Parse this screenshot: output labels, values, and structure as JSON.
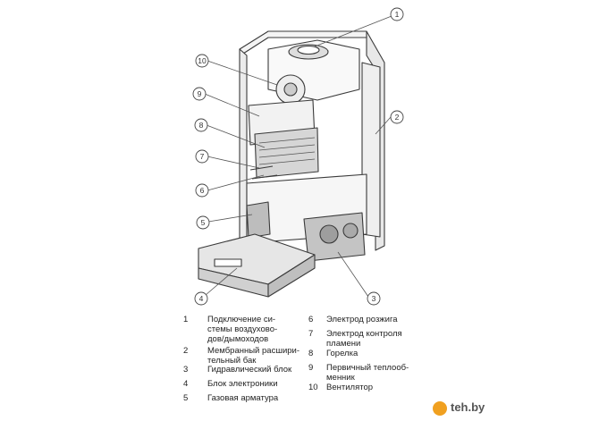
{
  "callouts": [
    "1",
    "2",
    "3",
    "4",
    "5",
    "6",
    "7",
    "8",
    "9",
    "10"
  ],
  "legend_left": [
    {
      "num": "1",
      "text": "Подключение си-\nстемы воздухово-\nдов/дымоходов"
    },
    {
      "num": "2",
      "text": "Мембранный расшири-\nтельный бак"
    },
    {
      "num": "3",
      "text": "Гидравлический блок"
    },
    {
      "num": "4",
      "text": "Блок электроники"
    },
    {
      "num": "5",
      "text": "Газовая арматура"
    }
  ],
  "legend_right": [
    {
      "num": "6",
      "text": "Электрод розжига"
    },
    {
      "num": "7",
      "text": "Электрод контроля\nпламени"
    },
    {
      "num": "8",
      "text": "Горелка"
    },
    {
      "num": "9",
      "text": "Первичный теплооб-\nменник"
    },
    {
      "num": "10",
      "text": "Вентилятор"
    }
  ],
  "watermark": "teh.by"
}
